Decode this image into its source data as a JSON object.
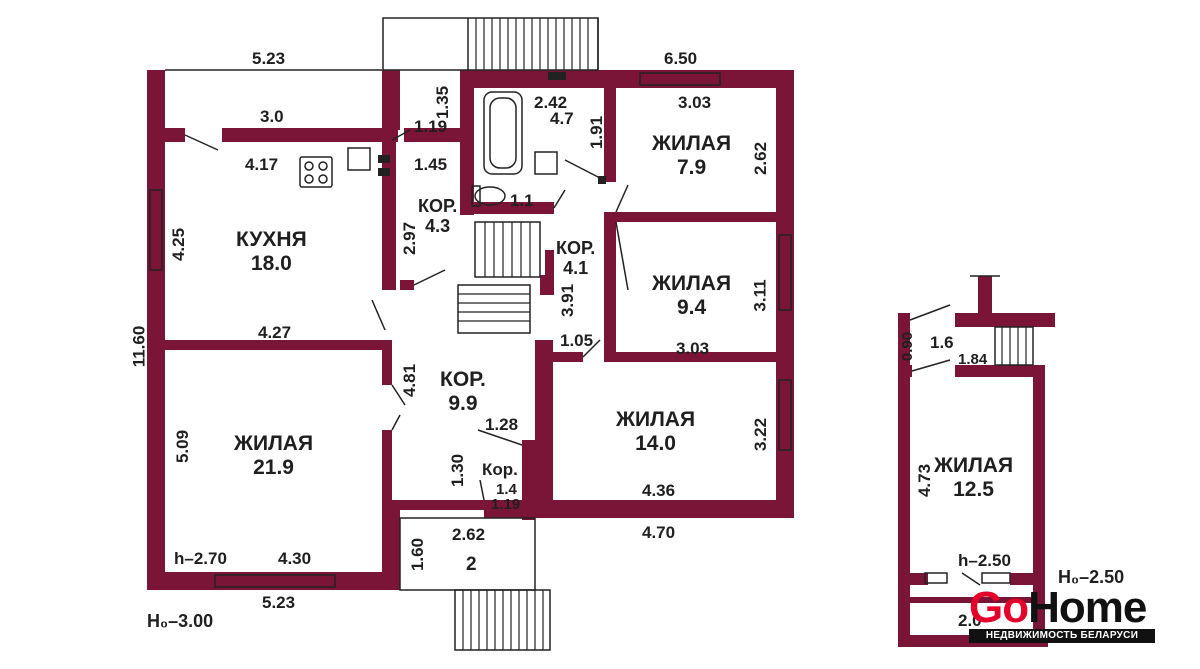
{
  "colors": {
    "wall": "#7b1537",
    "line": "#222222",
    "brand_red": "#e4002b"
  },
  "dims": {
    "top_5_23": "5.23",
    "d_6_50": "6.50",
    "d_3_0": "3.0",
    "d_1_35": "1.35",
    "d_1_19": "1.19",
    "d_2_42": "2.42",
    "d_4_7": "4.7",
    "d_1_91": "1.91",
    "d_3_03a": "3.03",
    "d_2_62a": "2.62",
    "d_4_17": "4.17",
    "d_1_45": "1.45",
    "d_1_1": "1.1",
    "d_4_25": "4.25",
    "d_2_97": "2.97",
    "d_3_11": "3.11",
    "d_3_91": "3.91",
    "d_11_60": "11.60",
    "d_4_27": "4.27",
    "d_1_05": "1.05",
    "d_3_03b": "3.03",
    "d_4_81": "4.81",
    "d_5_09": "5.09",
    "d_1_28": "1.28",
    "d_3_22": "3.22",
    "d_1_30": "1.30",
    "d_1_4": "1.4",
    "d_1_19b": "1.19",
    "d_4_36": "4.36",
    "d_2_62b": "2.62",
    "d_4_70": "4.70",
    "d_1_60": "1.60",
    "d_4_30": "4.30",
    "h_270": "h–2.70",
    "bot_5_23": "5.23",
    "h0_300": "H₀–3.00",
    "a_0_90": "0.90",
    "a_1_6": "1.6",
    "a_1_84": "1.84",
    "a_4_73": "4.73",
    "h_250": "h–2.50",
    "h0_250": "H₀–2.50",
    "a_2_0": "2.0"
  },
  "rooms": {
    "kitchen": {
      "name": "КУХНЯ",
      "area": "18.0"
    },
    "bed_7_9": {
      "name": "ЖИЛАЯ",
      "area": "7.9"
    },
    "cor_4_3": {
      "name": "КОР.",
      "area": "4.3"
    },
    "cor_4_1": {
      "name": "КОР.",
      "area": "4.1"
    },
    "bed_9_4": {
      "name": "ЖИЛАЯ",
      "area": "9.4"
    },
    "cor_9_9": {
      "name": "КОР.",
      "area": "9.9"
    },
    "bed_21_9": {
      "name": "ЖИЛАЯ",
      "area": "21.9"
    },
    "bed_14_0": {
      "name": "ЖИЛАЯ",
      "area": "14.0"
    },
    "small_cor": {
      "name": "Кор."
    },
    "porch": {
      "area": "2"
    },
    "attic_room": {
      "name": "ЖИЛАЯ",
      "area": "12.5"
    }
  },
  "brand": {
    "go": "Go",
    "home": "Home",
    "tagline": "НЕДВИЖИМОСТЬ БЕЛАРУСИ"
  }
}
